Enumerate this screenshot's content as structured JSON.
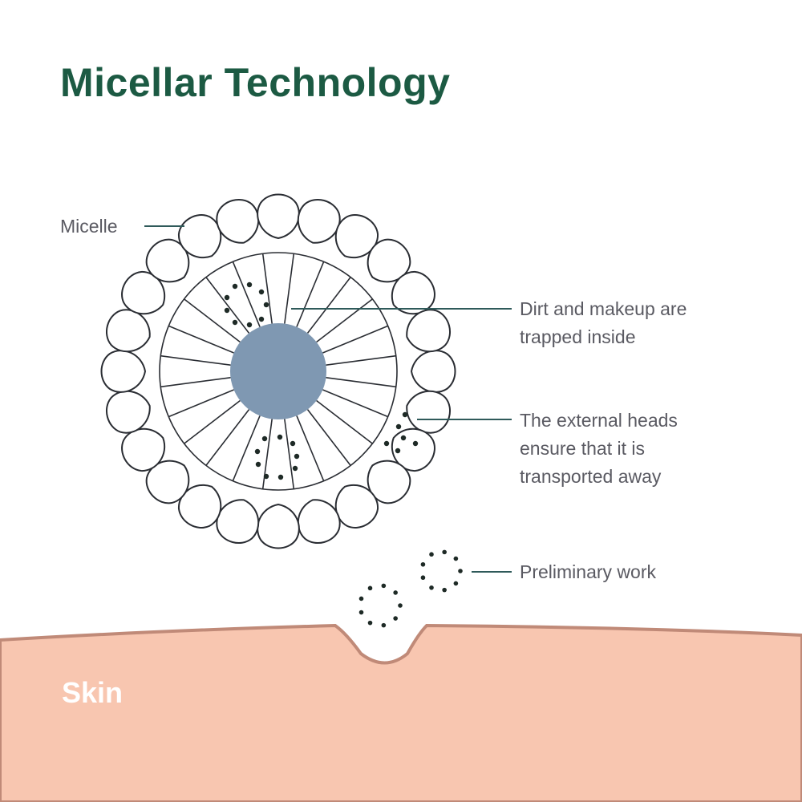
{
  "title": "Micellar Technology",
  "labels": {
    "micelle": "Micelle",
    "dirt_line1": "Dirt and makeup are",
    "dirt_line2": "trapped inside",
    "heads_line1": "The external heads",
    "heads_line2": "ensure that it is",
    "heads_line3": "transported away",
    "preliminary": "Preliminary work",
    "skin": "Skin"
  },
  "colors": {
    "title": "#1c5a43",
    "core": "#7f98b2",
    "skin_fill": "#f8c6b0",
    "skin_edge": "#c08a78",
    "leader": "#2f5a5a",
    "dots": "#1e2a26"
  }
}
